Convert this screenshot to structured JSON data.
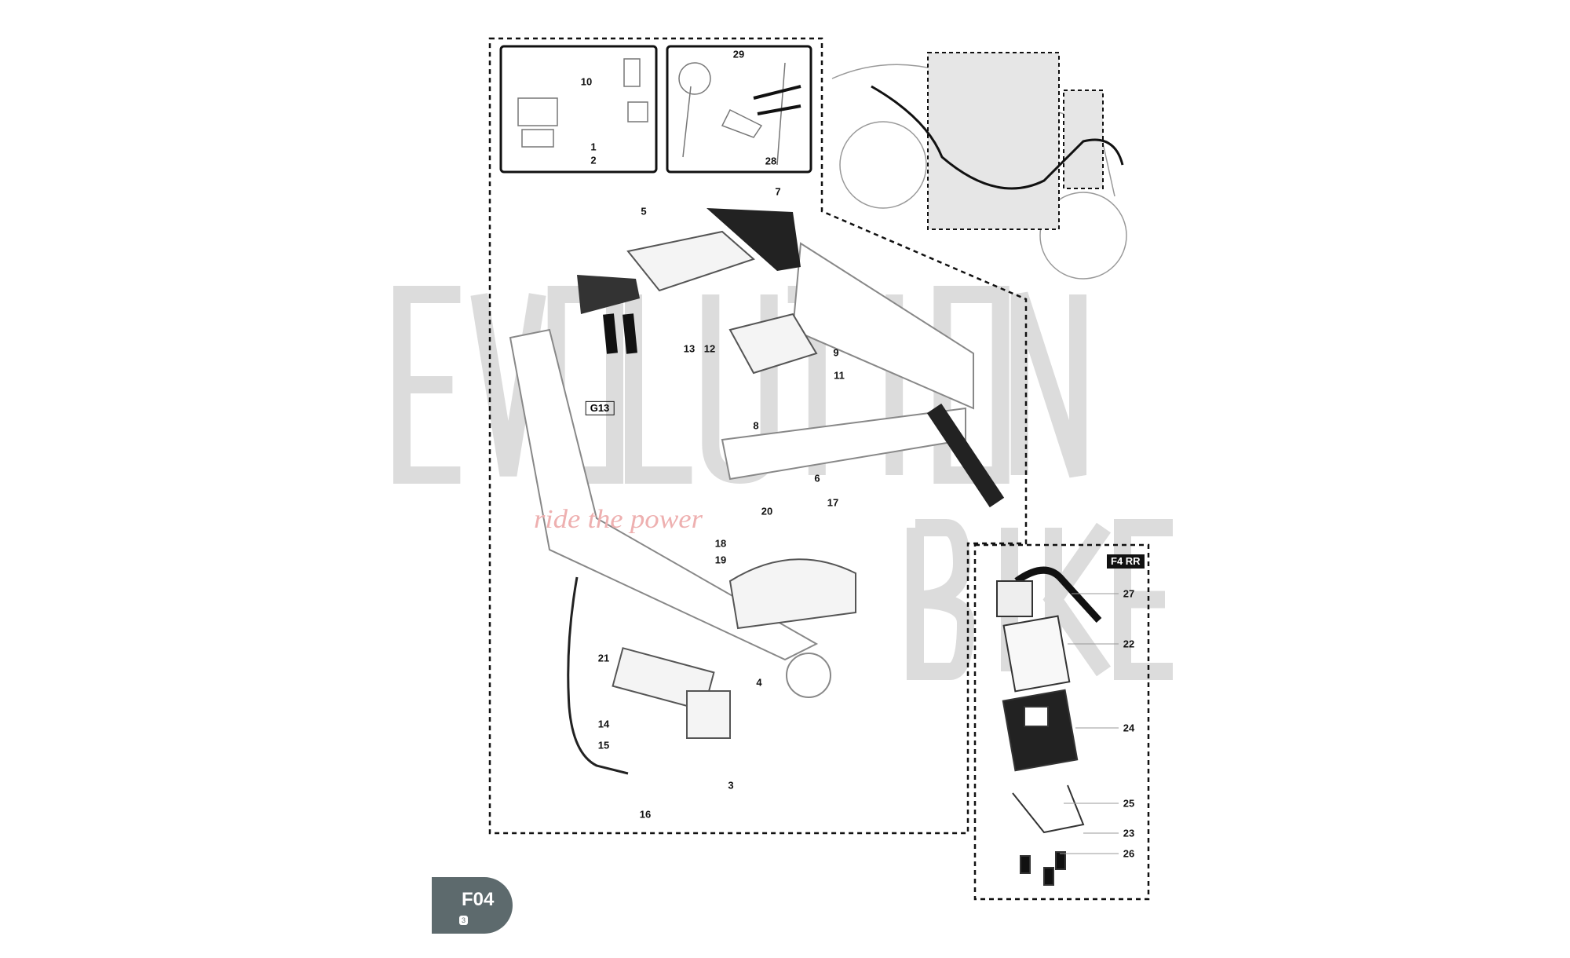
{
  "watermark": {
    "brand_top": "EVOLUTION",
    "brand_bottom": "BIKE",
    "slogan": "ride the power"
  },
  "variant_tag": "F4 RR",
  "group_label": "G13",
  "badge": {
    "code": "F04",
    "sheet": "3"
  },
  "part_labels": {
    "p10": "10",
    "p1": "1",
    "p2": "2",
    "p29": "29",
    "p28": "28",
    "p7": "7",
    "p5": "5",
    "p9": "9",
    "p13": "13",
    "p12": "12",
    "p11": "11",
    "p8": "8",
    "p6": "6",
    "p17": "17",
    "p20": "20",
    "p18": "18",
    "p19": "19",
    "p21": "21",
    "p4": "4",
    "p14": "14",
    "p15": "15",
    "p3": "3",
    "p16": "16",
    "p27": "27",
    "p22": "22",
    "p24": "24",
    "p25": "25",
    "p23": "23",
    "p26": "26"
  },
  "colors": {
    "badge": "#5d6a6d",
    "watermark": "#d9d9d9",
    "slogan": "#e8a0a0"
  }
}
